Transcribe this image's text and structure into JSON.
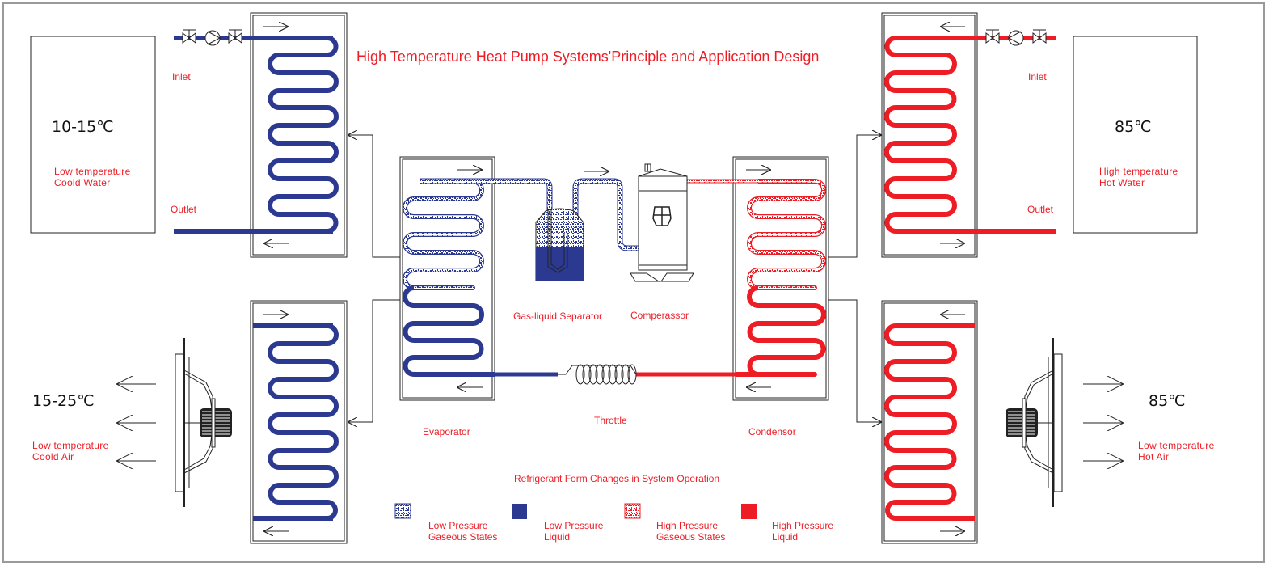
{
  "title": "High Temperature Heat Pump Systems'Principle and Application Design",
  "colors": {
    "low_pressure": "#2b3990",
    "high_pressure": "#ee1c25",
    "label": "#ee1c25",
    "line": "#222222",
    "frame": "#9a9a9a"
  },
  "cold_side": {
    "tank": {
      "temperature": "10-15℃",
      "description_line1": "Low temperature",
      "description_line2": "Coold Water"
    },
    "inlet_label": "Inlet",
    "outlet_label": "Outlet",
    "air": {
      "temperature": "15-25℃",
      "description_line1": "Low temperature",
      "description_line2": "Coold Air"
    }
  },
  "hot_side": {
    "tank": {
      "temperature": "85℃",
      "description_line1": "High temperature",
      "description_line2": "Hot Water"
    },
    "inlet_label": "Inlet",
    "outlet_label": "Outlet",
    "air": {
      "temperature": "85℃",
      "description_line1": "Low temperature",
      "description_line2": "Hot Air"
    }
  },
  "components": {
    "evaporator": "Evaporator",
    "condenser": "Condensor",
    "separator": "Gas-liquid Separator",
    "compressor": "Comperassor",
    "throttle": "Throttle"
  },
  "legend": {
    "title": "Refrigerant Form Changes in System Operation",
    "items": [
      {
        "swatch": "speckled",
        "color": "#2b3990",
        "line1": "Low Pressure",
        "line2": "Gaseous States"
      },
      {
        "swatch": "solid",
        "color": "#2b3990",
        "line1": "Low Pressure",
        "line2": "Liquid"
      },
      {
        "swatch": "speckled",
        "color": "#ee1c25",
        "line1": "High Pressure",
        "line2": "Gaseous States"
      },
      {
        "swatch": "solid",
        "color": "#ee1c25",
        "line1": "High Pressure",
        "line2": "Liquid"
      }
    ]
  }
}
